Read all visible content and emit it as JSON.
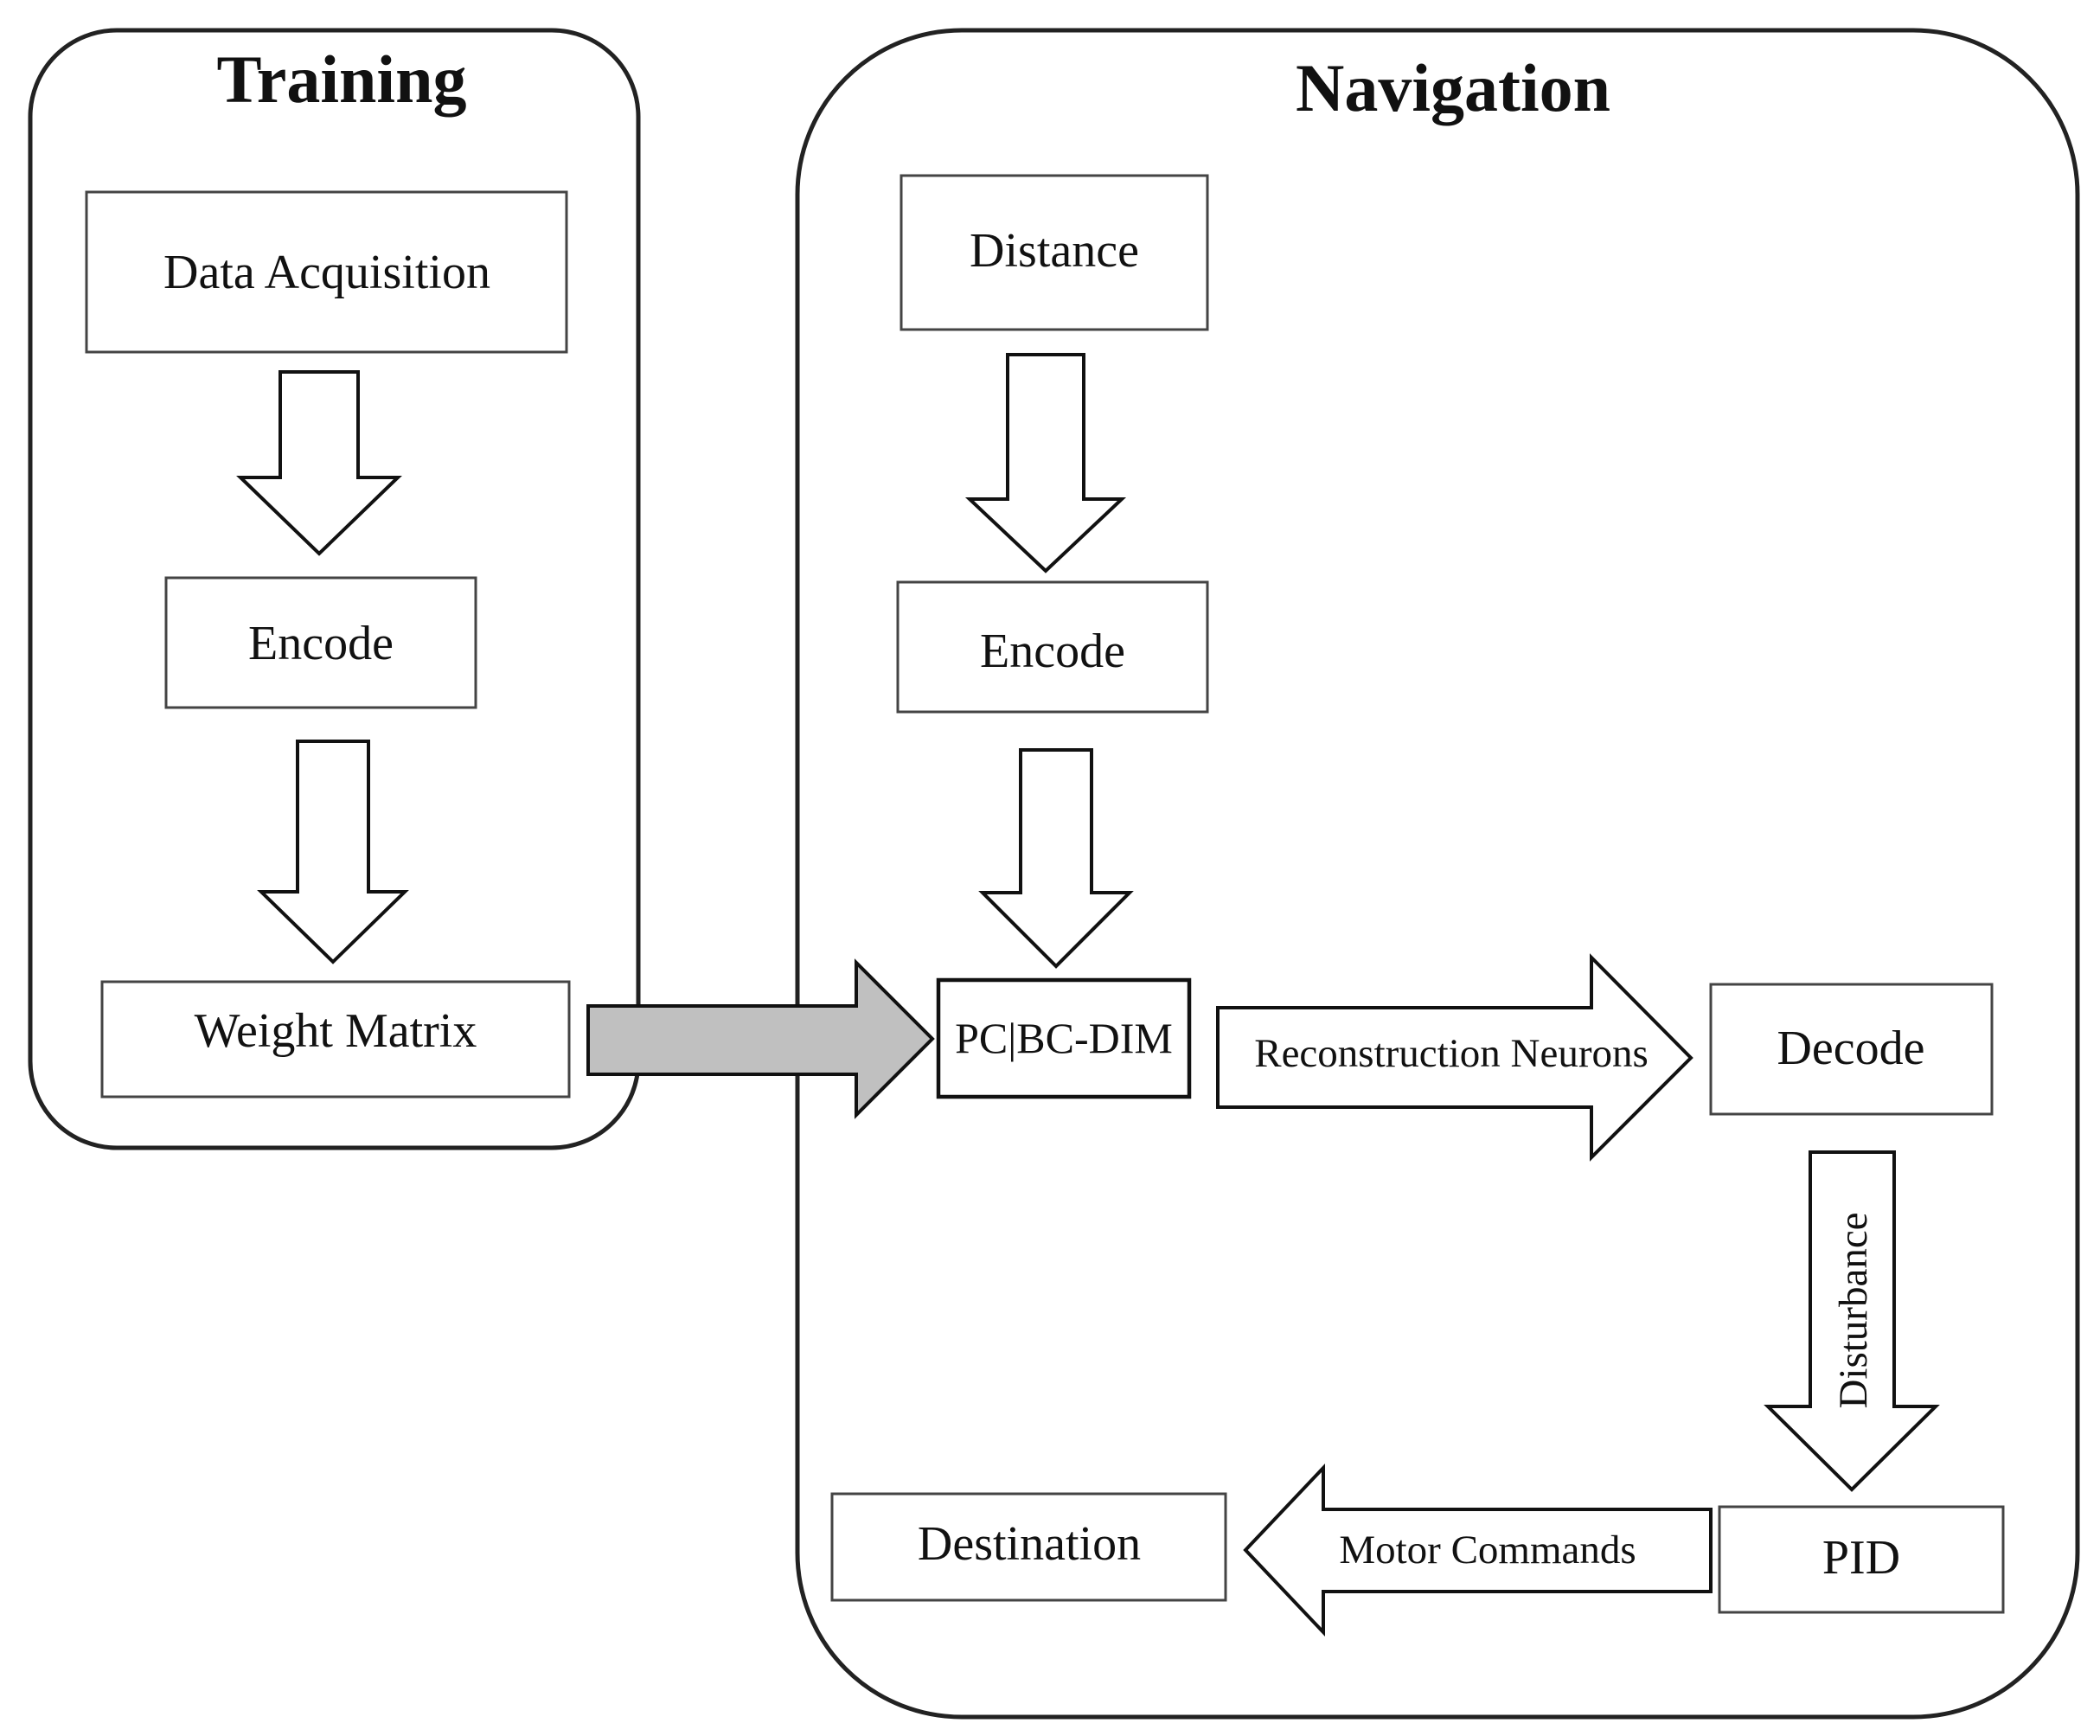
{
  "groups": {
    "training": "Training",
    "navigation": "Navigation"
  },
  "nodes": {
    "data_acquisition": "Data Acquisition",
    "training_encode": "Encode",
    "weight_matrix": "Weight Matrix",
    "distance": "Distance",
    "navigation_encode": "Encode",
    "pc_bc_dim": "PC|BC-DIM",
    "decode": "Decode",
    "pid": "PID",
    "destination": "Destination"
  },
  "edges": {
    "reconstruction_neurons": "Reconstruction Neurons",
    "disturbance": "Disturbance",
    "motor_commands": "Motor Commands"
  },
  "colors": {
    "stroke": "#111111",
    "weight_arrow_fill": "#c0c0c0",
    "background": "#ffffff"
  }
}
